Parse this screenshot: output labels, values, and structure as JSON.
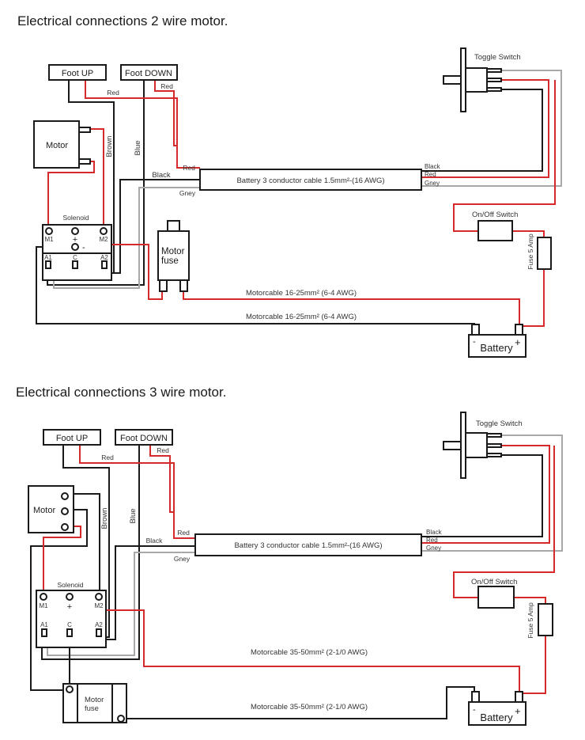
{
  "colors": {
    "black_wire": "#1a1a1a",
    "red_wire": "#d62a2a",
    "grey_wire": "#a8a8a8"
  },
  "diagrams": [
    {
      "title": "Electrical connections 2 wire motor.",
      "foot_up": "Foot UP",
      "foot_down": "Foot DOWN",
      "motor": "Motor",
      "solenoid": "Solenoid",
      "terminals": {
        "m1": "M1",
        "m2": "M2",
        "plus": "+",
        "minus": "-",
        "a1": "A1",
        "c": "C",
        "a2": "A2"
      },
      "wire_labels": {
        "red": "Red",
        "brown": "Brown",
        "blue": "Blue",
        "black": "Black",
        "grey": "Gney"
      },
      "cable": "Battery 3 conductor cable 1.5mm²-(16 AWG)",
      "cable_right": {
        "black": "Black",
        "red": "Red",
        "grey": "Gney"
      },
      "toggle_switch": "Toggle Switch",
      "onoff_switch": "On/Off Switch",
      "fuse_5a": "Fuse 5 Amp",
      "motor_fuse": [
        "Motor",
        "fuse"
      ],
      "motorcable_1": "Motorcable 16-25mm² (6-4 AWG)",
      "motorcable_2": "Motorcable 16-25mm² (6-4 AWG)",
      "battery": "Battery",
      "battery_minus": "-",
      "battery_plus": "+"
    },
    {
      "title": "Electrical connections 3 wire motor.",
      "foot_up": "Foot UP",
      "foot_down": "Foot DOWN",
      "motor": "Motor",
      "solenoid": "Solenoid",
      "terminals": {
        "m1": "M1",
        "m2": "M2",
        "plus": "+",
        "a1": "A1",
        "c": "C",
        "a2": "A2"
      },
      "wire_labels": {
        "red": "Red",
        "brown": "Brown",
        "blue": "Blue",
        "black": "Black",
        "grey": "Gney"
      },
      "cable": "Battery 3 conductor cable 1.5mm²-(16 AWG)",
      "cable_right": {
        "black": "Black",
        "red": "Red",
        "grey": "Gney"
      },
      "toggle_switch": "Toggle Switch",
      "onoff_switch": "On/Off Switch",
      "fuse_5a": "Fuse 5 Amp",
      "motor_fuse": [
        "Motor",
        "fuse"
      ],
      "motorcable_1": "Motorcable 35-50mm² (2-1/0 AWG)",
      "motorcable_2": "Motorcable 35-50mm² (2-1/0 AWG)",
      "battery": "Battery",
      "battery_minus": "-",
      "battery_plus": "+"
    }
  ]
}
